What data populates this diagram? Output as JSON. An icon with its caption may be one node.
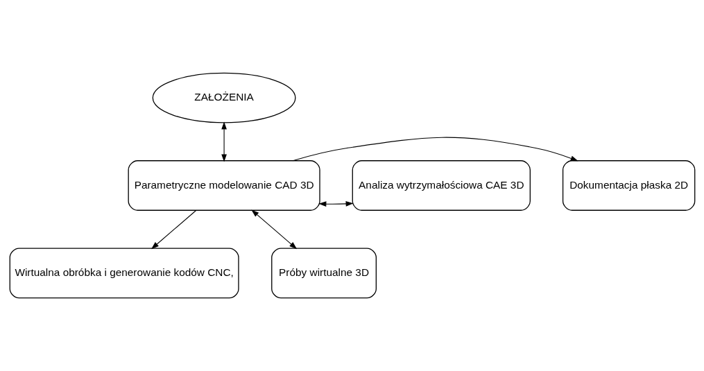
{
  "diagram": {
    "nodes": [
      {
        "text": [
          "ZAŁOŻENIA"
        ]
      },
      {
        "text": [
          "Parametryczne modelowanie CAD 3D"
        ]
      },
      {
        "text": [
          "Dokumentacja płaska 2D"
        ]
      },
      {
        "text": [
          "Analiza wytrzymałościowa CAE 3D"
        ]
      },
      {
        "text": [
          "Wirtualna obróbka i generowanie kodów CNC,"
        ]
      },
      {
        "text": [
          "Próby wirtualne 3D"
        ]
      }
    ],
    "edges": [
      {
        "from": 0,
        "to": 1,
        "arrow": "both"
      },
      {
        "from": 1,
        "to": 2,
        "arrow": "to"
      },
      {
        "from": 1,
        "to": 3,
        "arrow": "both"
      },
      {
        "from": 1,
        "to": 4,
        "arrow": "to"
      },
      {
        "from": 1,
        "to": 5,
        "arrow": "both"
      }
    ]
  }
}
